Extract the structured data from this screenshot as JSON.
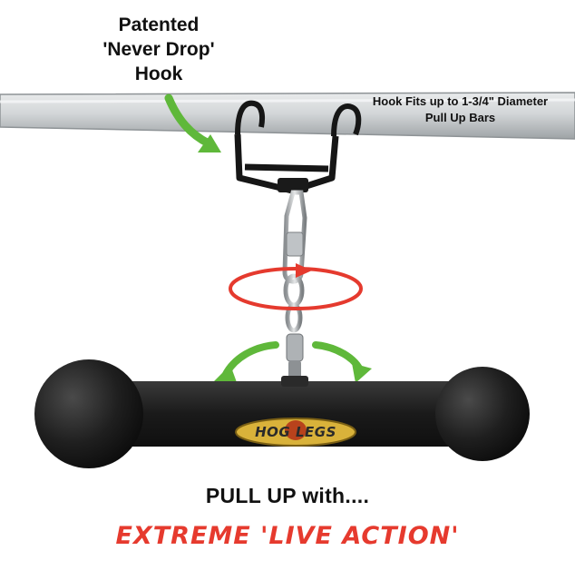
{
  "headline": {
    "line1": "Patented",
    "line2": "'Never Drop'",
    "line3": "Hook"
  },
  "fit_note": {
    "line1": "Hook Fits up to 1-3/4\" Diameter",
    "line2": "Pull Up Bars"
  },
  "logo": {
    "text": "HOG LEGS"
  },
  "tagline": {
    "line1": "PULL UP  with....",
    "line2": "EXTREME 'LIVE ACTION'"
  },
  "colors": {
    "arrow_green": "#5fb83a",
    "rotation_red": "#e53a2e",
    "bar_steel": "#cfd2d4",
    "handle_black": "#1c1c1c",
    "logo_gold": "#d9b23a"
  },
  "icons": [
    "curved-arrow-icon",
    "rotation-icon",
    "swing-arrow-icon"
  ]
}
